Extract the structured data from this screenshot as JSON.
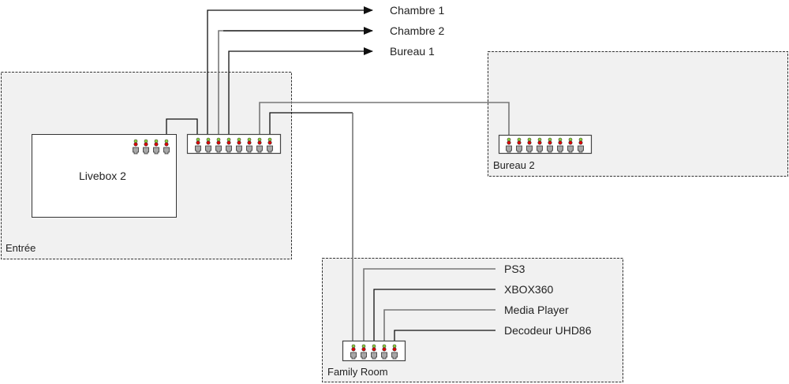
{
  "zones": {
    "entree": "Entrée",
    "bureau2": "Bureau 2",
    "family_room": "Family Room"
  },
  "devices": {
    "livebox": {
      "label": "Livebox 2",
      "ports": 4
    },
    "entree_switch": {
      "ports": 8
    },
    "bureau2_switch": {
      "ports": 8
    },
    "family_switch": {
      "ports": 5
    }
  },
  "outgoing_links": [
    "Chambre 1",
    "Chambre 2",
    "Bureau 1"
  ],
  "family_room_links": [
    "PS3",
    "XBOX360",
    "Media Player",
    "Decodeur UHD86"
  ],
  "colors": {
    "zone_fill": "#f1f1f1",
    "led_green": "#8fd33a",
    "led_red": "#e00000",
    "port_gray": "#a8a8a8"
  }
}
